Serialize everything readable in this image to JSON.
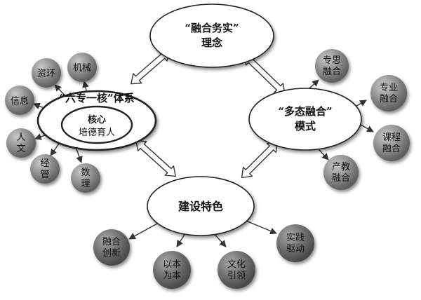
{
  "main_nodes": {
    "concept": {
      "line1": "“融合务实”",
      "line2": "理念"
    },
    "mode": {
      "line1": "“多态融合”",
      "line2": "模式"
    },
    "feature": {
      "label": "建设特色"
    },
    "system": {
      "title": "“六专一核”体系",
      "core_line1": "核心",
      "core_line2": "培德育人"
    }
  },
  "system_items": [
    {
      "lines": [
        "资环"
      ]
    },
    {
      "lines": [
        "机械"
      ]
    },
    {
      "lines": [
        "信息"
      ]
    },
    {
      "lines": [
        "人",
        "文"
      ]
    },
    {
      "lines": [
        "经",
        "管"
      ]
    },
    {
      "lines": [
        "数",
        "理"
      ]
    }
  ],
  "mode_items": [
    {
      "lines": [
        "专思",
        "融合"
      ]
    },
    {
      "lines": [
        "专业",
        "融合"
      ]
    },
    {
      "lines": [
        "课程",
        "融合"
      ]
    },
    {
      "lines": [
        "产教",
        "融合"
      ]
    }
  ],
  "feature_items": [
    {
      "lines": [
        "融合",
        "创新"
      ]
    },
    {
      "lines": [
        "以本",
        "为本"
      ]
    },
    {
      "lines": [
        "文化",
        "引领"
      ]
    },
    {
      "lines": [
        "实践",
        "驱动"
      ]
    }
  ],
  "colors": {
    "node_fill": "#ffffff",
    "node_stroke": "#222222",
    "bubble_fill": "#8f8f8f",
    "bubble_dark": "#6e6e6e",
    "arrow": "#333333"
  }
}
